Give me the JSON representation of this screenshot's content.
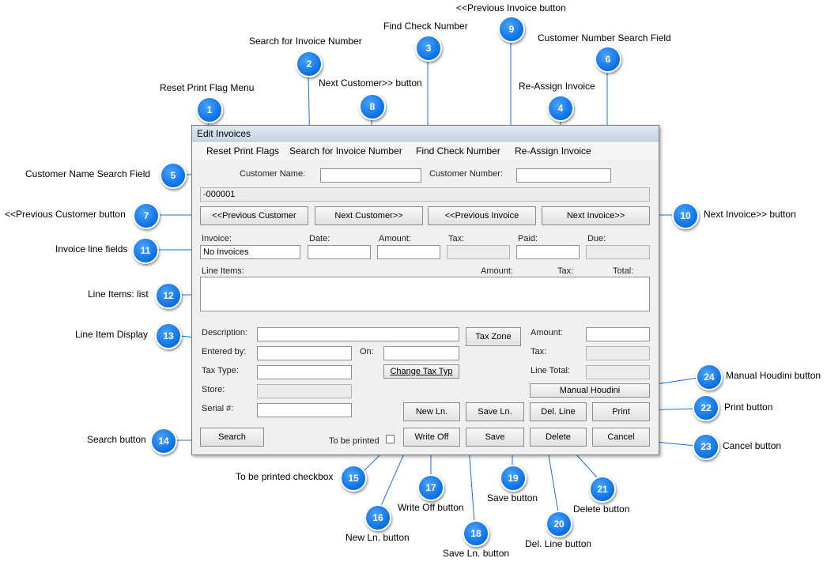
{
  "window": {
    "title": "Edit Invoices",
    "menu": [
      "Reset Print Flags",
      "Search for Invoice Number",
      "Find Check Number",
      "Re-Assign Invoice"
    ],
    "customer_name_label": "Customer Name:",
    "customer_name_value": "",
    "customer_number_label": "Customer Number:",
    "customer_number_value": "",
    "customer_info": "-000001",
    "nav_buttons": [
      "<<Previous Customer",
      "Next Customer>>",
      "<<Previous Invoice",
      "Next Invoice>>"
    ],
    "invoice_headers": [
      "Invoice:",
      "Date:",
      "Amount:",
      "Tax:",
      "Paid:",
      "Due:"
    ],
    "invoice_values": [
      "No Invoices",
      "",
      "",
      "",
      "",
      ""
    ],
    "line_items_headers": [
      "Line Items:",
      "Amount:",
      "Tax:",
      "Total:"
    ],
    "detail": {
      "description_label": "Description:",
      "entered_by_label": "Entered by:",
      "on_label": "On:",
      "tax_type_label": "Tax Type:",
      "store_label": "Store:",
      "serial_label": "Serial #:",
      "amount_label": "Amount:",
      "tax_label": "Tax:",
      "line_total_label": "Line Total:",
      "tax_zone_button": "Tax Zone",
      "change_tax_button": "Change Tax Typ"
    },
    "buttons": {
      "manual_houdini": "Manual Houdini",
      "new_ln": "New Ln.",
      "save_ln": "Save Ln.",
      "del_line": "Del. Line",
      "print": "Print",
      "search": "Search",
      "write_off": "Write Off",
      "save": "Save",
      "delete": "Delete",
      "cancel": "Cancel",
      "to_be_printed": "To be printed"
    }
  },
  "callouts": [
    {
      "num": "1",
      "text": "Reset Print Flag Menu"
    },
    {
      "num": "2",
      "text": "Search for Invoice Number"
    },
    {
      "num": "3",
      "text": "Find Check Number"
    },
    {
      "num": "4",
      "text": "Re-Assign Invoice"
    },
    {
      "num": "5",
      "text": "Customer Name Search Field"
    },
    {
      "num": "6",
      "text": "Customer Number Search Field"
    },
    {
      "num": "7",
      "text": "<<Previous Customer button"
    },
    {
      "num": "8",
      "text": "Next Customer>> button"
    },
    {
      "num": "9",
      "text": "<<Previous Invoice button"
    },
    {
      "num": "10",
      "text": "Next Invoice>> button"
    },
    {
      "num": "11",
      "text": "Invoice line fields"
    },
    {
      "num": "12",
      "text": "Line Items: list"
    },
    {
      "num": "13",
      "text": "Line Item Display"
    },
    {
      "num": "14",
      "text": "Search button"
    },
    {
      "num": "15",
      "text": "To be printed checkbox"
    },
    {
      "num": "16",
      "text": "New Ln. button"
    },
    {
      "num": "17",
      "text": "Write Off button"
    },
    {
      "num": "18",
      "text": "Save Ln. button"
    },
    {
      "num": "19",
      "text": "Save button"
    },
    {
      "num": "20",
      "text": "Del. Line button"
    },
    {
      "num": "21",
      "text": "Delete button"
    },
    {
      "num": "22",
      "text": "Print button"
    },
    {
      "num": "23",
      "text": "Cancel button"
    },
    {
      "num": "24",
      "text": "Manual Houdini button"
    }
  ]
}
